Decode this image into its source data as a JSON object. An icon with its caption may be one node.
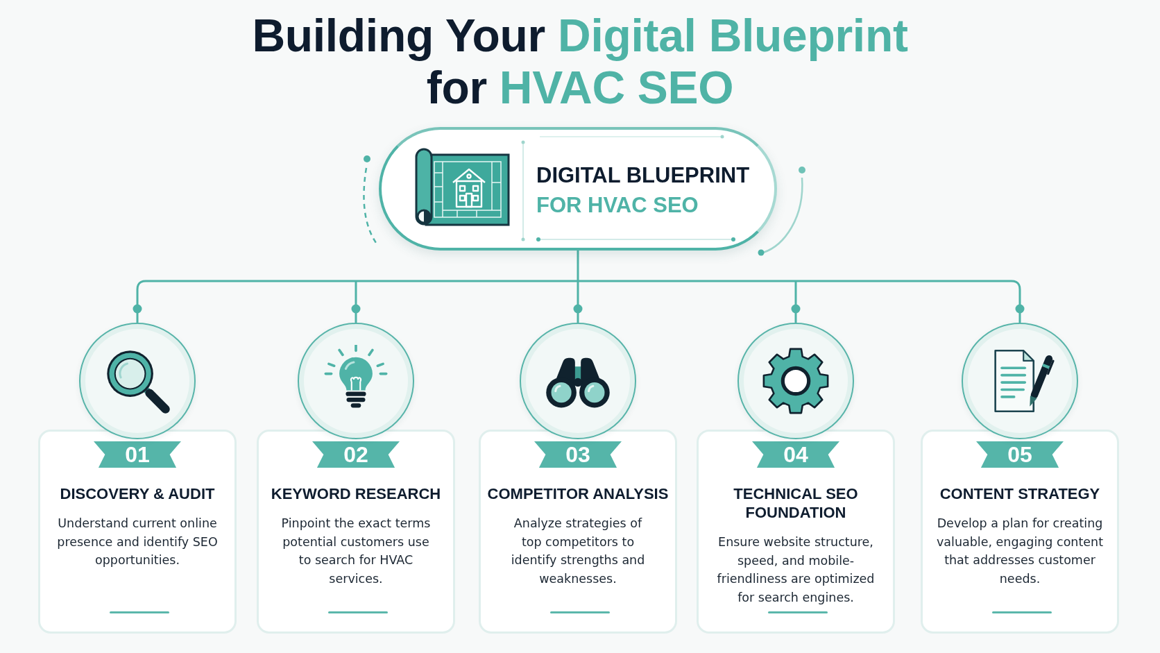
{
  "diagram": {
    "title": "Building Your **Digital Blueprint** for **HVAC SEO**",
    "nodes": [
      {
        "text": [
          "DIGITAL BLUEPRINT",
          "FOR HVAC SEO"
        ]
      },
      {
        "text": [],
        "shape": "circle"
      },
      {
        "text": [
          "DISCOVERY & AUDIT",
          "Understand current online presence and identify SEO opportunities."
        ]
      },
      {
        "text": [
          "01"
        ],
        "in": 2
      },
      {
        "text": [],
        "shape": "circle"
      },
      {
        "text": [
          "KEYWORD RESEARCH",
          "Pinpoint the exact terms potential customers use to search for HVAC services."
        ]
      },
      {
        "text": [
          "02"
        ],
        "in": 5
      },
      {
        "text": [],
        "shape": "circle"
      },
      {
        "text": [
          "COMPETITOR ANALYSIS",
          "Analyze strategies of top competitors to identify strengths and weaknesses."
        ]
      },
      {
        "text": [
          "03"
        ],
        "in": 8
      },
      {
        "text": [],
        "shape": "circle"
      },
      {
        "text": [
          "TECHNICAL SEO FOUNDATION",
          "Ensure website structure, speed, and mobile-friendliness are optimized for search engines."
        ]
      },
      {
        "text": [
          "04"
        ],
        "in": 11
      },
      {
        "text": [],
        "shape": "circle"
      },
      {
        "text": [
          "CONTENT STRATEGY",
          "Develop a plan for creating valuable, engaging content that addresses customer needs."
        ]
      },
      {
        "text": [
          "05"
        ],
        "in": 14
      }
    ],
    "edges": [
      {
        "from": 0,
        "to": 1,
        "arrow": "other"
      },
      {
        "from": 0,
        "to": 4,
        "arrow": "other"
      },
      {
        "from": 0,
        "to": 7,
        "arrow": "other"
      },
      {
        "from": 0,
        "to": 10,
        "arrow": "other"
      },
      {
        "from": 0,
        "to": 13,
        "arrow": "other"
      }
    ]
  }
}
